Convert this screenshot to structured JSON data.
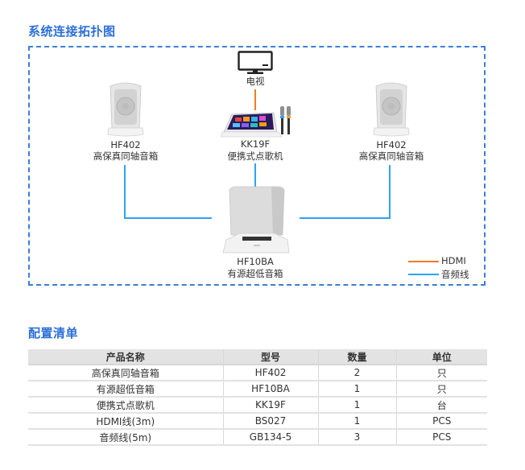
{
  "topology": {
    "title": "系统连接拓扑图",
    "tv": {
      "label": "电视"
    },
    "karaoke": {
      "model": "KK19F",
      "name": "便携式点歌机"
    },
    "speaker_left": {
      "model": "HF402",
      "name": "高保真同轴音箱"
    },
    "speaker_right": {
      "model": "HF402",
      "name": "高保真同轴音箱"
    },
    "subwoofer": {
      "model": "HF10BA",
      "name": "有源超低音箱"
    },
    "legend": [
      {
        "label": "HDMI",
        "color": "#f07c22"
      },
      {
        "label": "音频线",
        "color": "#2ea3f2"
      }
    ]
  },
  "config_list": {
    "title": "配置清单",
    "headers": [
      "产品名称",
      "型号",
      "数量",
      "单位"
    ],
    "rows": [
      [
        "高保真同轴音箱",
        "HF402",
        "2",
        "只"
      ],
      [
        "有源超低音箱",
        "HF10BA",
        "1",
        "只"
      ],
      [
        "便携式点歌机",
        "KK19F",
        "1",
        "台"
      ],
      [
        "HDMI线(3m)",
        "BS027",
        "1",
        "PCS"
      ],
      [
        "音频线(5m)",
        "GB134-5",
        "3",
        "PCS"
      ]
    ]
  }
}
